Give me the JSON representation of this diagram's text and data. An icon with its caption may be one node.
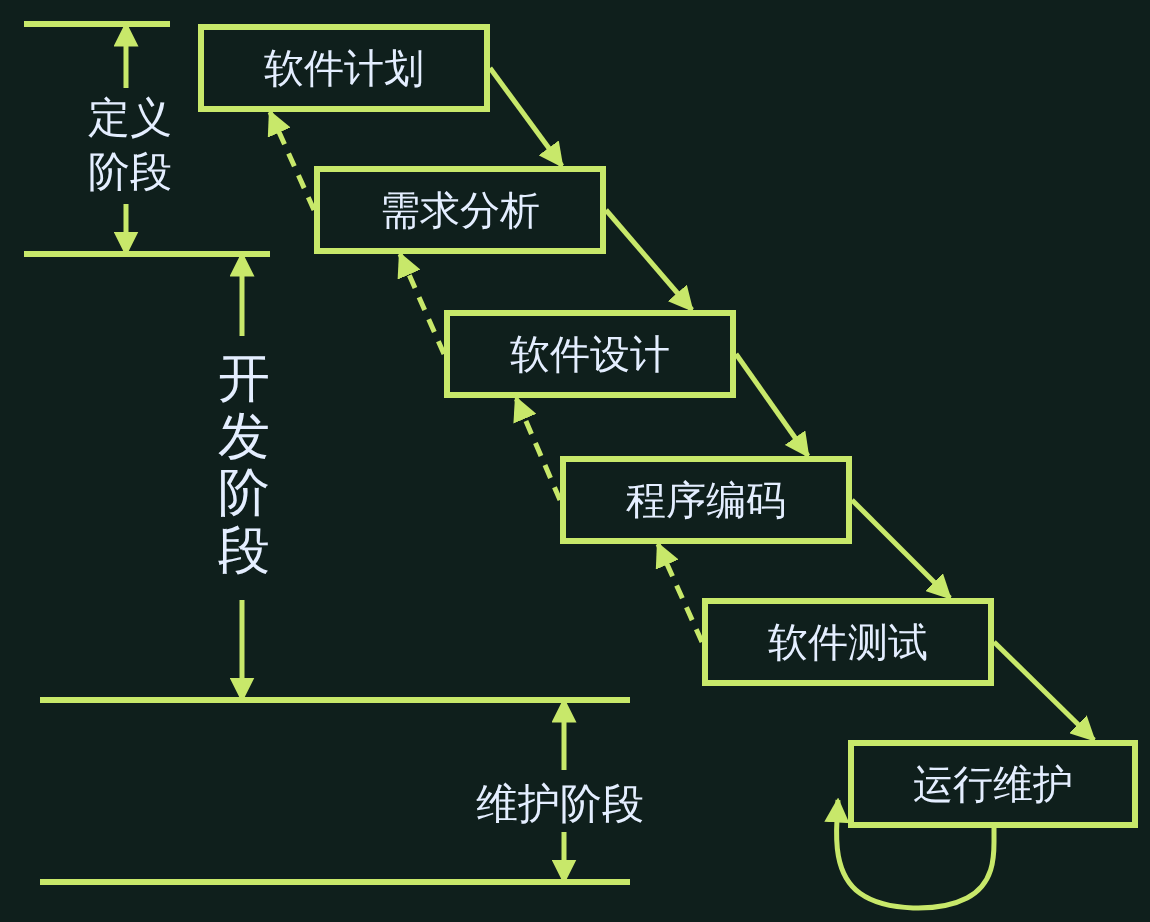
{
  "diagram": {
    "nodes": [
      {
        "text": [
          "软件计划"
        ]
      },
      {
        "text": [
          "需求分析"
        ]
      },
      {
        "text": [
          "软件设计"
        ]
      },
      {
        "text": [
          "程序编码"
        ]
      },
      {
        "text": [
          "软件测试"
        ]
      },
      {
        "text": [
          "运行维护"
        ]
      }
    ],
    "edges": [
      {
        "from": 0,
        "to": 1,
        "arrow": "to"
      },
      {
        "from": 1,
        "to": 2,
        "arrow": "to"
      },
      {
        "from": 2,
        "to": 3,
        "arrow": "to"
      },
      {
        "from": 3,
        "to": 4,
        "arrow": "to"
      },
      {
        "from": 4,
        "to": 5,
        "arrow": "to"
      },
      {
        "from": 1,
        "to": 0,
        "arrow": "to",
        "style": "dashed"
      },
      {
        "from": 2,
        "to": 1,
        "arrow": "to",
        "style": "dashed"
      },
      {
        "from": 3,
        "to": 2,
        "arrow": "to",
        "style": "dashed"
      },
      {
        "from": 4,
        "to": 3,
        "arrow": "to",
        "style": "dashed"
      },
      {
        "from": 5,
        "to": 5,
        "arrow": "to"
      }
    ],
    "labels": [
      "定义阶段",
      "开发阶段",
      "维护阶段"
    ]
  }
}
